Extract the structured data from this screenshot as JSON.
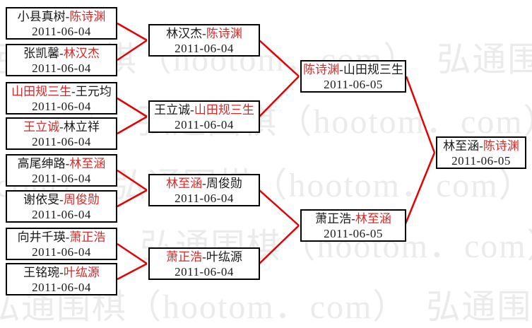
{
  "page": {
    "background": "#ffffff",
    "description": "Go tournament single-elimination bracket"
  },
  "colors": {
    "connector_red": "#e60000",
    "winner_red": "#d22b2b",
    "box_border": "#000000",
    "text_black": "#1a1a1a",
    "watermark_gray": "#ebebeb"
  },
  "separator": "-",
  "watermark": {
    "unit_text": "弘通围棋（hootom．com）",
    "rows": [
      {
        "text": "弘通围棋（hootom．com）　弘通围棋（hootom．com）　弘通围棋（hootom．com）"
      },
      {
        "text": "弘通围棋（hootom．com）　弘通围棋（hootom．com）　弘通围棋（hootom．com）"
      },
      {
        "text": "弘通围棋（hootom．com）　弘通围棋（hootom．com）　弘通围棋（hootom．com）"
      },
      {
        "text": "弘通围棋（hootom．com）　弘通围棋（hootom．com）　弘通围棋（hootom．com）"
      },
      {
        "text": "弘通围棋（hootom．com）　弘通围棋（hootom．com）　弘通围棋（hootom．com）"
      }
    ]
  },
  "bracket": {
    "rounds": [
      {
        "name": "round-of-16",
        "matches": [
          {
            "p1": "小县真树",
            "p2": "陈诗渊",
            "winner": "p2",
            "date": "2011-06-04"
          },
          {
            "p1": "张凯馨",
            "p2": "林汉杰",
            "winner": "p2",
            "date": "2011-06-04"
          },
          {
            "p1": "山田规三生",
            "p2": "王元均",
            "winner": "p1",
            "date": "2011-06-04"
          },
          {
            "p1": "王立诚",
            "p2": "林立祥",
            "winner": "p1",
            "date": "2011-06-04"
          },
          {
            "p1": "高尾绅路",
            "p2": "林至涵",
            "winner": "p2",
            "date": "2011-06-04"
          },
          {
            "p1": "谢依旻",
            "p2": "周俊勋",
            "winner": "p2",
            "date": "2011-06-04"
          },
          {
            "p1": "向井千瑛",
            "p2": "萧正浩",
            "winner": "p2",
            "date": "2011-06-04"
          },
          {
            "p1": "王铭琬",
            "p2": "叶纮源",
            "winner": "p2",
            "date": "2011-06-04"
          }
        ]
      },
      {
        "name": "quarterfinals",
        "matches": [
          {
            "p1": "林汉杰",
            "p2": "陈诗渊",
            "winner": "p2",
            "date": "2011-06-04"
          },
          {
            "p1": "王立诚",
            "p2": "山田规三生",
            "winner": "p2",
            "date": "2011-06-04"
          },
          {
            "p1": "林至涵",
            "p2": "周俊勋",
            "winner": "p1",
            "date": "2011-06-04"
          },
          {
            "p1": "萧正浩",
            "p2": "叶纮源",
            "winner": "p1",
            "date": "2011-06-04"
          }
        ]
      },
      {
        "name": "semifinals",
        "matches": [
          {
            "p1": "陈诗渊",
            "p2": "山田规三生",
            "winner": "p1",
            "date": "2011-06-05"
          },
          {
            "p1": "萧正浩",
            "p2": "林至涵",
            "winner": "p2",
            "date": "2011-06-05"
          }
        ]
      },
      {
        "name": "final",
        "matches": [
          {
            "p1": "林至涵",
            "p2": "陈诗渊",
            "winner": "p2",
            "date": "2011-06-05"
          }
        ]
      }
    ]
  }
}
